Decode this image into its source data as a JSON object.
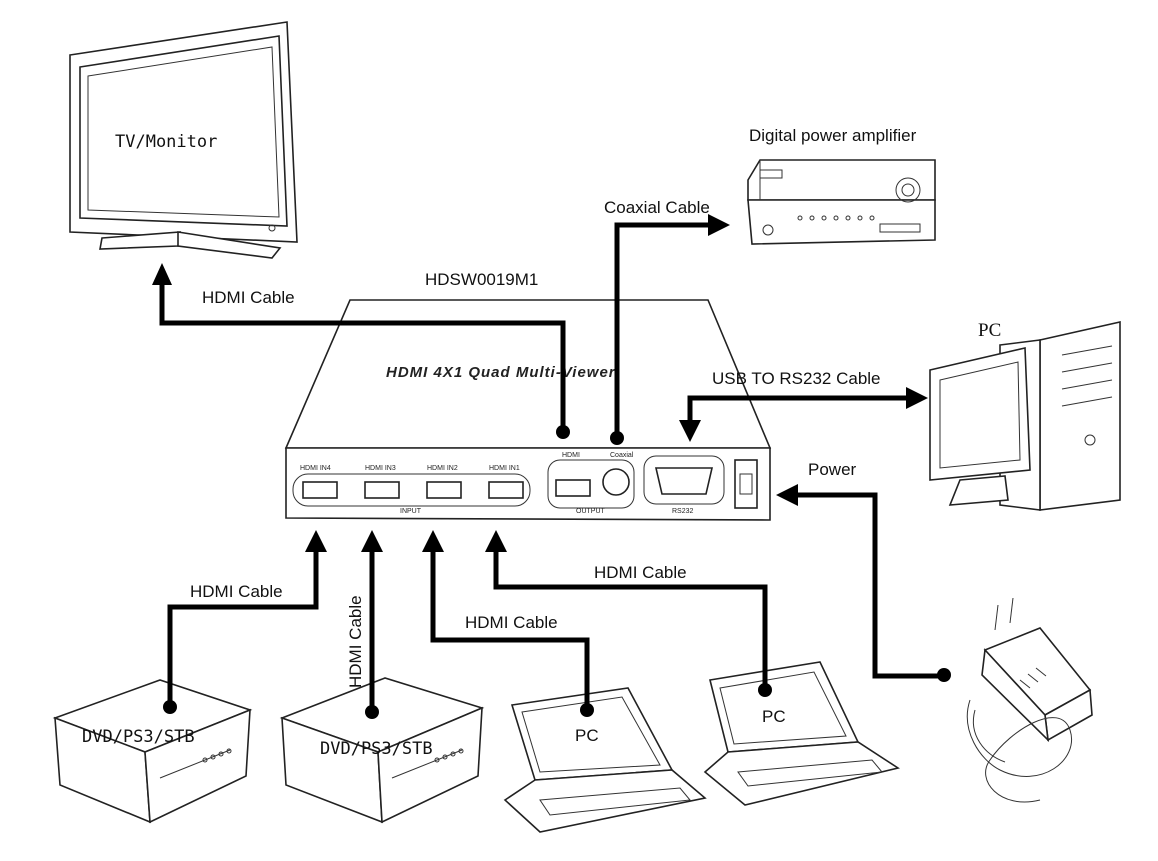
{
  "devices": {
    "tv": "TV/Monitor",
    "amplifier": "Digital power amplifier",
    "pc_desktop": "PC",
    "dvd1": "DVD/PS3/STB",
    "dvd2": "DVD/PS3/STB",
    "laptop1": "PC",
    "laptop2": "PC"
  },
  "switcher": {
    "model": "HDSW0019M1",
    "title": "HDMI 4X1 Quad Multi-Viewer",
    "ports": {
      "in4": "HDMI IN4",
      "in3": "HDMI IN3",
      "in2": "HDMI IN2",
      "in1": "HDMI IN1",
      "input": "INPUT",
      "hdmi_out": "HDMI",
      "coaxial": "Coaxial",
      "output": "OUTPUT",
      "rs232": "RS232"
    }
  },
  "cables": {
    "to_tv": "HDMI Cable",
    "coaxial": "Coaxial Cable",
    "usb_rs232": "USB TO RS232 Cable",
    "power": "Power",
    "in_dvd1": "HDMI Cable",
    "in_dvd2": "HDMI Cable",
    "in_laptop1": "HDMI Cable",
    "in_laptop2": "HDMI Cable"
  }
}
